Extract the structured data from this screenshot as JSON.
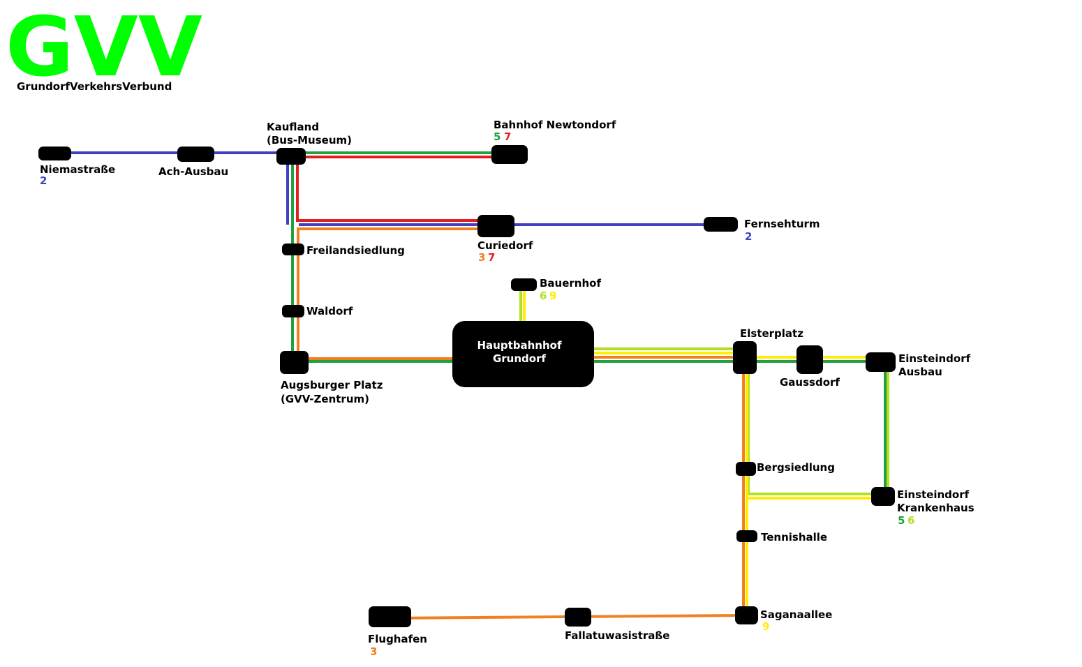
{
  "header": {
    "logo": "GVV",
    "subtitle": "GrundorfVerkehrsVerbund"
  },
  "colors": {
    "line_2": "#4040c0",
    "line_3": "#f08020",
    "line_5": "#20a040",
    "line_6": "#b0e020",
    "line_7": "#e02020",
    "line_9": "#ffee00",
    "logo": "#00ff00"
  },
  "stations": {
    "niemastrasse": {
      "name": "Niemastraße",
      "lines": [
        "2"
      ]
    },
    "ach_ausbau": {
      "name": "Ach-Ausbau"
    },
    "kaufland": {
      "name_1": "Kaufland",
      "name_2": "(Bus-Museum)"
    },
    "bahnhof_newtondorf": {
      "name": "Bahnhof Newtondorf",
      "lines": [
        "5",
        "7"
      ]
    },
    "curiedorf": {
      "name": "Curiedorf",
      "lines": [
        "3",
        "7"
      ]
    },
    "fernsehturm": {
      "name": "Fernsehturm",
      "lines": [
        "2"
      ]
    },
    "freilandsiedlung": {
      "name": "Freilandsiedlung"
    },
    "waldorf": {
      "name": "Waldorf"
    },
    "augsburger_platz": {
      "name_1": "Augsburger Platz",
      "name_2": "(GVV-Zentrum)"
    },
    "bauernhof": {
      "name": "Bauernhof",
      "lines": [
        "6",
        "9"
      ]
    },
    "hauptbahnhof": {
      "name_1": "Hauptbahnhof",
      "name_2": "Grundorf"
    },
    "elsterplatz": {
      "name": "Elsterplatz"
    },
    "gaussdorf": {
      "name": "Gaussdorf"
    },
    "einsteindorf_ausbau": {
      "name_1": "Einsteindorf",
      "name_2": "Ausbau"
    },
    "bergsiedlung": {
      "name": "Bergsiedlung"
    },
    "einsteindorf_krankenhaus": {
      "name_1": "Einsteindorf",
      "name_2": "Krankenhaus",
      "lines": [
        "5",
        "6"
      ]
    },
    "tennishalle": {
      "name": "Tennishalle"
    },
    "saganaallee": {
      "name": "Saganaallee",
      "lines": [
        "9"
      ]
    },
    "flughafen": {
      "name": "Flughafen",
      "lines": [
        "3"
      ]
    },
    "fallatuwasistrasse": {
      "name": "Fallatuwasistraße"
    }
  }
}
